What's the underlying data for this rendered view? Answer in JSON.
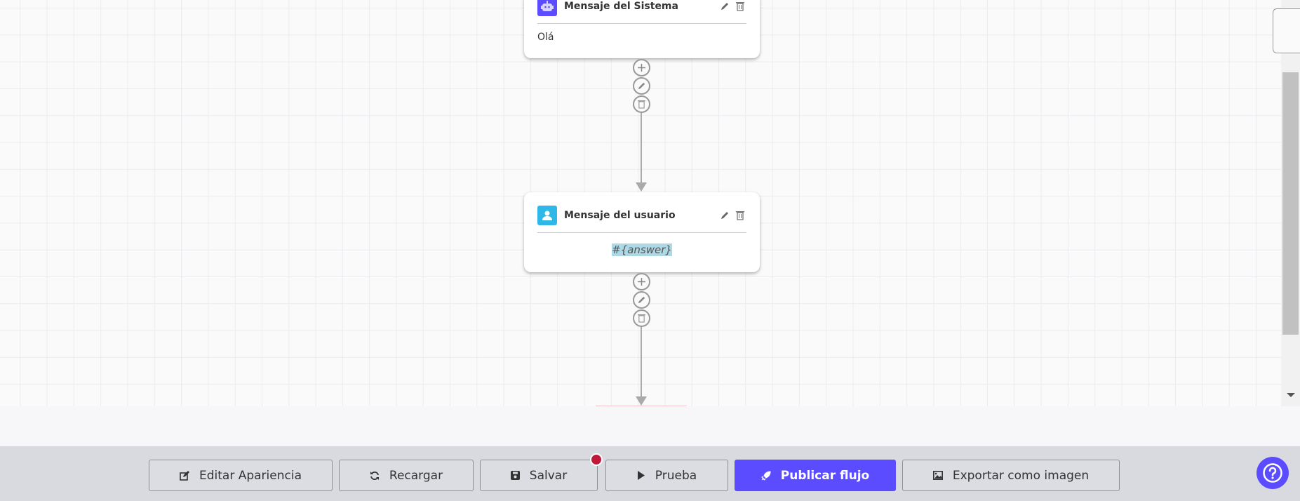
{
  "nodes": [
    {
      "type": "system",
      "title": "Mensaje del Sistema",
      "body": "Olá",
      "icon": "robot-icon",
      "color": "#5b4dff"
    },
    {
      "type": "user",
      "title": "Mensaje del usuario",
      "body": "#{answer}",
      "icon": "user-icon",
      "color": "#2fb7e8"
    }
  ],
  "toolbar": {
    "edit_label": "Editar Apariencia",
    "reload_label": "Recargar",
    "save_label": "Salvar",
    "test_label": "Prueba",
    "publish_label": "Publicar flujo",
    "export_label": "Exportar como imagen"
  },
  "colors": {
    "primary": "#5b4dff",
    "unsaved_dot": "#c0183a",
    "highlight": "#add8e6"
  }
}
